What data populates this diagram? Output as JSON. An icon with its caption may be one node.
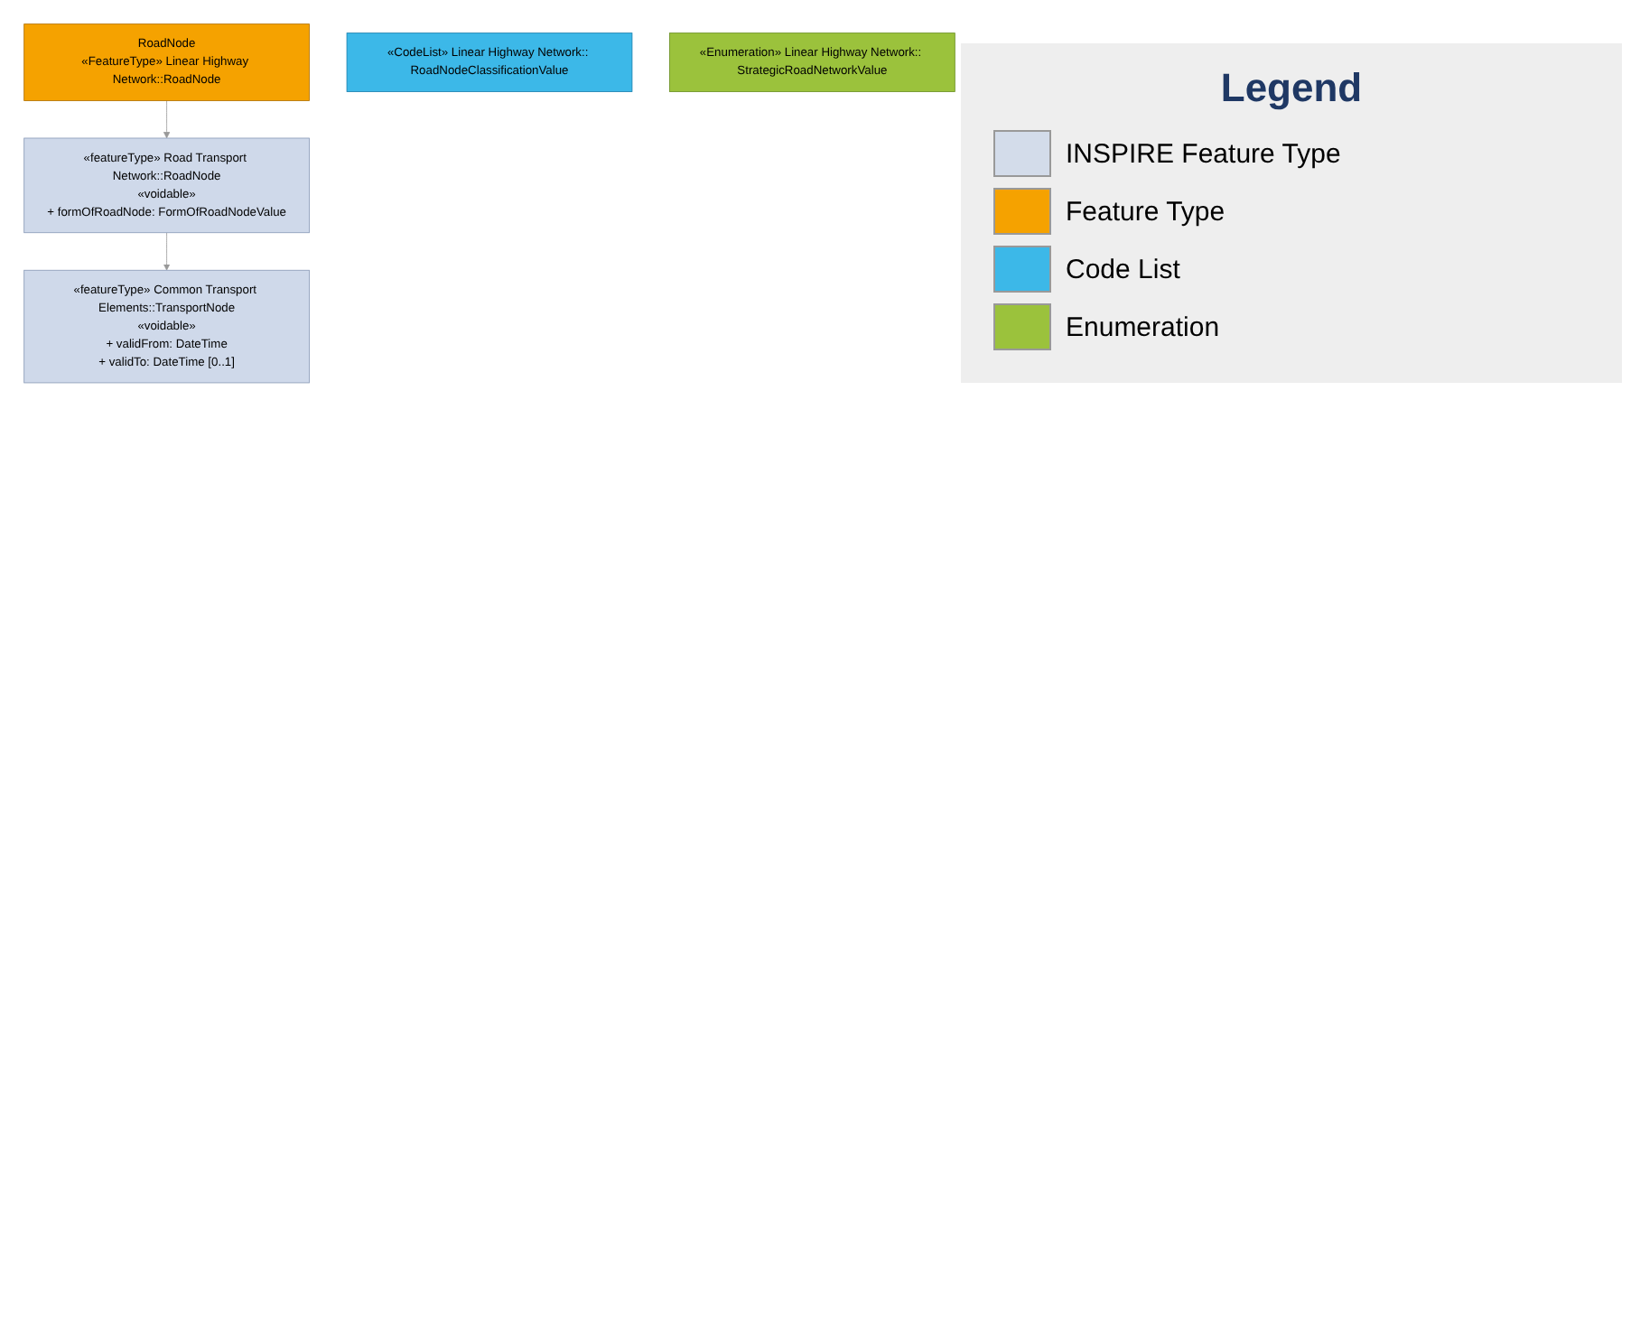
{
  "diagram": {
    "nodes": [
      {
        "text": [
          "«featureType» Common Transport Elements::TransportNode",
          "«voidable»",
          "+ validFrom: DateTime",
          "+ validTo: DateTime [0..1]"
        ]
      },
      {
        "text": [
          "«featureType» Road Transport Network::RoadNode",
          "«voidable»",
          "+ formOfRoadNode: FormOfRoadNodeValue"
        ]
      },
      {
        "text": [
          "RoadNode",
          "«FeatureType» Linear Highway Network::RoadNode"
        ]
      },
      {
        "text": [
          "«CodeList» Linear Highway Network:: RoadNodeClassificationValue"
        ]
      },
      {
        "text": [
          "«Enumeration» Linear Highway Network:: StrategicRoadNetworkValue"
        ]
      }
    ],
    "edges": [
      {
        "from": 1,
        "to": 0,
        "arrow": "to"
      },
      {
        "from": 2,
        "to": 1,
        "arrow": "to"
      }
    ],
    "labels": [
      "Legend"
    ],
    "legend": [
      {
        "text": "INSPIRE Feature Type",
        "color": "#d3dcea"
      },
      {
        "text": "Feature Type",
        "color": "#f5a200"
      },
      {
        "text": "Code List",
        "color": "#3cb8e8"
      },
      {
        "text": "Enumeration",
        "color": "#9bc23c"
      }
    ]
  }
}
